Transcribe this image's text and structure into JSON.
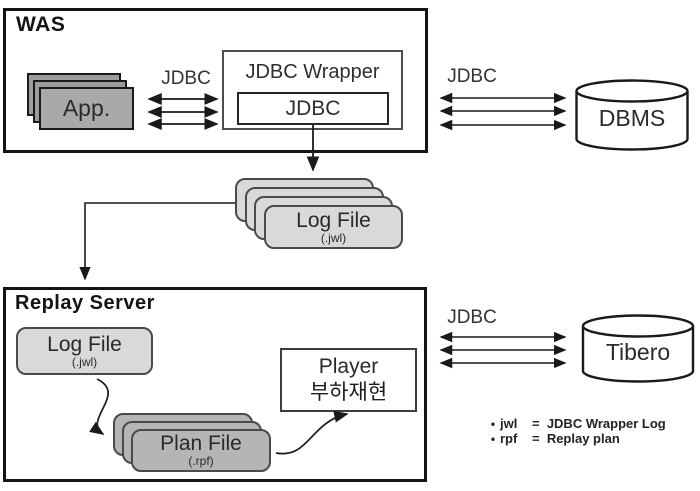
{
  "colors": {
    "line": "#1a1a1a",
    "frame_border": "#141414",
    "app_card_fill": "#a9a9a9",
    "log_card_fill": "#d9d9d9",
    "plan_card_fill": "#b5b5b5"
  },
  "was": {
    "title": "WAS",
    "app_label": "App.",
    "jdbc_link_label": "JDBC",
    "wrapper_title": "JDBC Wrapper",
    "wrapper_inner_label": "JDBC"
  },
  "dbms": {
    "link_label": "JDBC",
    "label": "DBMS"
  },
  "log_stack": {
    "title": "Log File",
    "ext": "(.jwl)"
  },
  "replay": {
    "title": "Replay Server",
    "log_file": {
      "title": "Log File",
      "ext": "(.jwl)"
    },
    "plan_stack": {
      "title": "Plan File",
      "ext": "(.rpf)"
    },
    "player": {
      "title": "Player",
      "subtitle": "부하재현"
    }
  },
  "tibero": {
    "link_label": "JDBC",
    "label": "Tibero"
  },
  "legend": {
    "items": [
      {
        "bullet": "•",
        "term": "jwl",
        "definition": "=  JDBC Wrapper Log"
      },
      {
        "bullet": "•",
        "term": "rpf",
        "definition": "=  Replay plan"
      }
    ]
  }
}
